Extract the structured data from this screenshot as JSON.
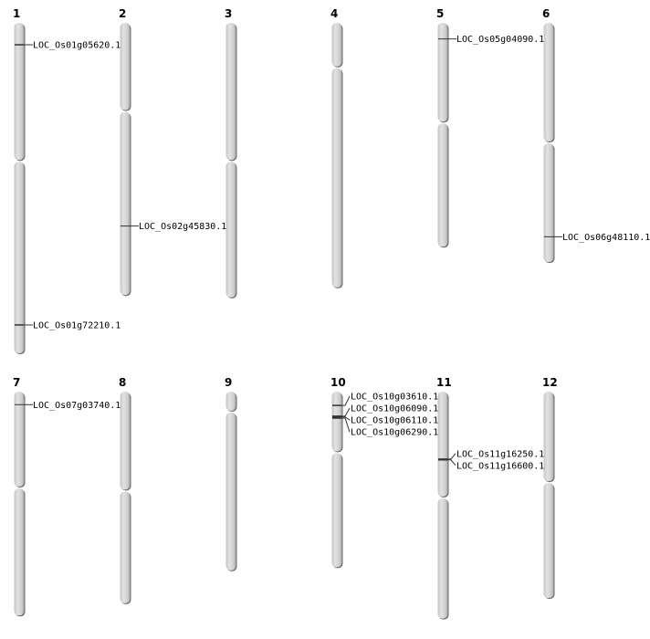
{
  "scale_unit": "Mb",
  "chromosomes": [
    {
      "name": "1",
      "length": 43.1,
      "centromere": 18.0,
      "genes": [
        {
          "id": "LOC_Os01g05620.1",
          "pos": 2.86
        },
        {
          "id": "LOC_Os01g72210.1",
          "pos": 39.4
        }
      ]
    },
    {
      "name": "2",
      "length": 35.5,
      "centromere": 11.5,
      "genes": [
        {
          "id": "LOC_Os02g45830.1",
          "pos": 26.5
        }
      ]
    },
    {
      "name": "3",
      "length": 35.8,
      "centromere": 18.0,
      "genes": []
    },
    {
      "name": "4",
      "length": 34.5,
      "centromere": 5.8,
      "genes": []
    },
    {
      "name": "5",
      "length": 29.2,
      "centromere": 13.0,
      "genes": [
        {
          "id": "LOC_Os05g04090.1",
          "pos": 2.1
        }
      ]
    },
    {
      "name": "6",
      "length": 31.2,
      "centromere": 15.6,
      "genes": [
        {
          "id": "LOC_Os06g48110.1",
          "pos": 27.9
        }
      ]
    },
    {
      "name": "7",
      "length": 29.2,
      "centromere": 12.5,
      "genes": [
        {
          "id": "LOC_Os07g03740.1",
          "pos": 1.7
        }
      ]
    },
    {
      "name": "8",
      "length": 27.6,
      "centromere": 12.9,
      "genes": []
    },
    {
      "name": "9",
      "length": 23.3,
      "centromere": 2.6,
      "genes": []
    },
    {
      "name": "10",
      "length": 22.9,
      "centromere": 7.9,
      "genes": [
        {
          "id": "LOC_Os10g03610.1",
          "pos": 1.8
        },
        {
          "id": "LOC_Os10g06090.1",
          "pos": 3.2
        },
        {
          "id": "LOC_Os10g06110.1",
          "pos": 3.3
        },
        {
          "id": "LOC_Os10g06290.1",
          "pos": 3.45
        }
      ]
    },
    {
      "name": "11",
      "length": 29.6,
      "centromere": 13.8,
      "genes": [
        {
          "id": "LOC_Os11g16250.1",
          "pos": 8.8
        },
        {
          "id": "LOC_Os11g16600.1",
          "pos": 8.9
        }
      ]
    },
    {
      "name": "12",
      "length": 26.9,
      "centromere": 11.8,
      "genes": []
    }
  ]
}
